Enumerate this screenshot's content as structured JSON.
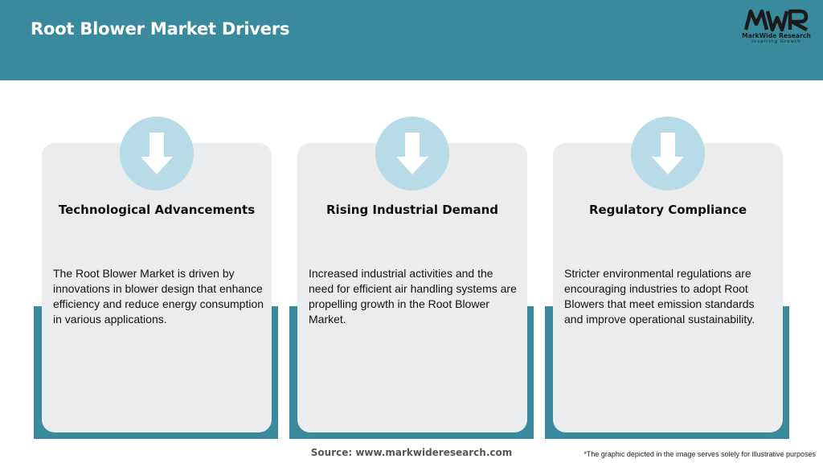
{
  "header": {
    "title": "Root Blower Market Drivers",
    "logo": {
      "mark": "MWR",
      "name": "MarkWide Research",
      "tagline": "Inspiring Growth"
    },
    "background_color": "#3a8a9e"
  },
  "cards": [
    {
      "icon": "arrow-down-icon",
      "title": "Technological Advancements",
      "body": "The Root Blower Market is driven by innovations in blower design that enhance efficiency and reduce energy consumption in various applications."
    },
    {
      "icon": "arrow-down-icon",
      "title": "Rising Industrial Demand",
      "body": "Increased industrial activities and the need for efficient air handling systems are propelling growth in the Root Blower Market."
    },
    {
      "icon": "arrow-down-icon",
      "title": "Regulatory Compliance",
      "body": "Stricter environmental regulations are encouraging industries to adopt Root Blowers that meet emission standards and improve operational sustainability."
    }
  ],
  "footer": {
    "source": "Source: www.markwideresearch.com",
    "disclaimer": "*The graphic depicted in the image serves solely for illustrative purposes"
  },
  "colors": {
    "accent": "#3a8a9e",
    "card": "#ebeced",
    "icon_circle": "#b7dce7"
  }
}
